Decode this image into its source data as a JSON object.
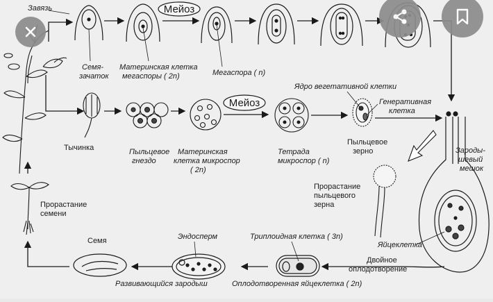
{
  "labels": {
    "zavyaz": "Завязь",
    "meioz_top": "Мейоз",
    "semyazachatok_1": "Семя-",
    "semyazachatok_2": "зачаток",
    "mat_megaspory_1": "Материнская клетка",
    "mat_megaspory_2": "мегаспоры ( 2n)",
    "megaspora": "Мегаспора ( n)",
    "yadro_veg": "Ядро вегетативной клетки",
    "generativnaya_1": "Генеративная",
    "generativnaya_2": "клетка",
    "meioz_mid": "Мейоз",
    "tychinka": "Тычинка",
    "pyltsevoe_gnezdo_1": "Пыльцевое",
    "pyltsevoe_gnezdo_2": "гнездо",
    "mat_mikrospor_1": "Материнская",
    "mat_mikrospor_2": "клетка микроспор",
    "mat_mikrospor_3": "( 2n)",
    "tetrada_1": "Тетрада",
    "tetrada_2": "микроспор ( n)",
    "pyltsevoe_zerno_1": "Пыльцевое",
    "pyltsevoe_zerno_2": "зерно",
    "zarodysh_meshok_1": "Зароды-",
    "zarodysh_meshok_2": "шевый",
    "zarodysh_meshok_3": "мешок",
    "prorastanie_pz_1": "Прорастание",
    "prorastanie_pz_2": "пыльцевого",
    "prorastanie_pz_3": "зерна",
    "prorastanie_sem_1": "Прорастание",
    "prorastanie_sem_2": "семени",
    "semya": "Семя",
    "endosperm": "Эндосперм",
    "triploid": "Триплоидная клетка ( 3n)",
    "yaytseklеtka": "Яйцеклетка",
    "dvoynoe_1": "Двойное",
    "dvoynoe_2": "оплодотворение",
    "razv_zarodysh": "Развивающийся зародыш",
    "oplod_yaytse": "Оплодотворенная яйцеклетка ( 2n)"
  },
  "controls": {
    "close_icon": "close-icon",
    "share_icon": "share-icon",
    "bookmark_icon": "bookmark-icon"
  }
}
